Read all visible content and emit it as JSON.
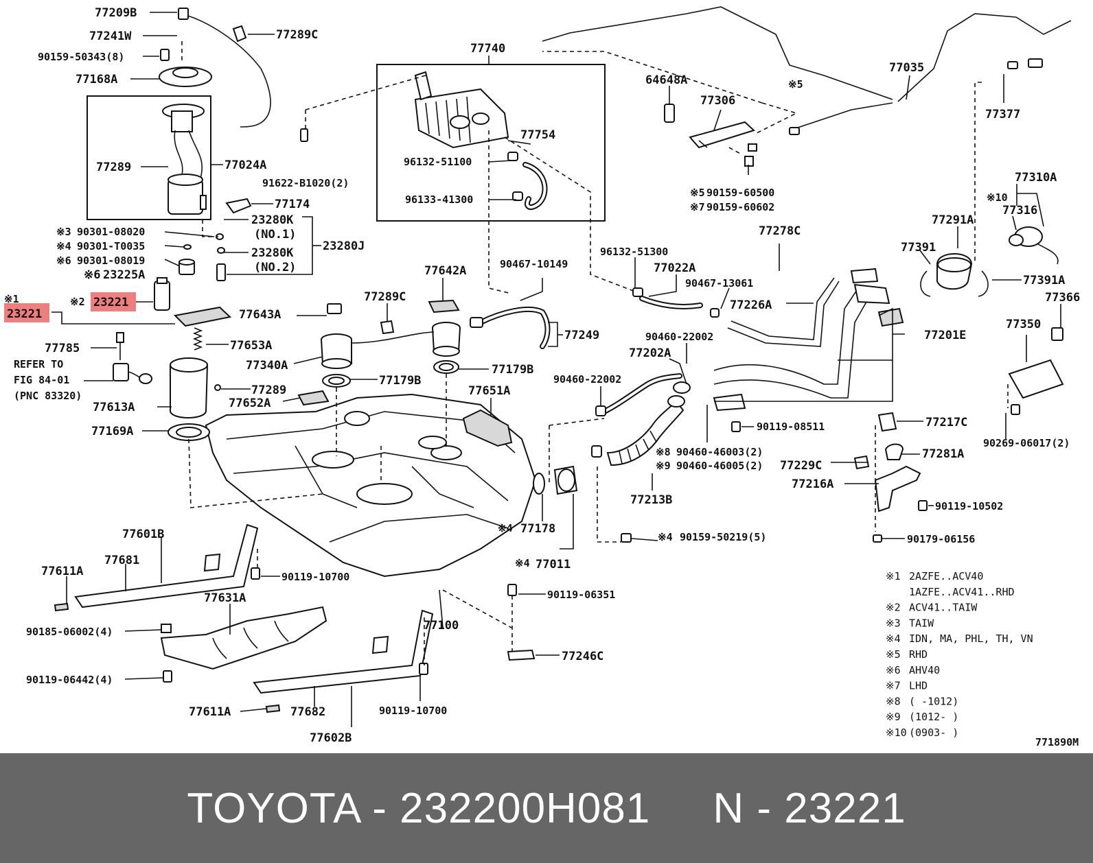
{
  "diagram": {
    "highlight_color": "#ee7f7f",
    "drawing_code": "771890M",
    "labels": {
      "p77209B": "77209B",
      "p77241W": "77241W",
      "p77289C_top": "77289C",
      "p90159_50343": "90159-50343(8)",
      "p77168A": "77168A",
      "p77289_a": "77289",
      "p77024A": "77024A",
      "p77174": "77174",
      "m3": "※3",
      "p90301_08020": "90301-08020",
      "m4a": "※4",
      "p90301_T0035": "90301-T0035",
      "m6a": "※6",
      "p90301_08019": "90301-08019",
      "p23280K_1": "23280K",
      "no1": "(NO.1)",
      "p23280K_2": "23280K",
      "no2": "(NO.2)",
      "p23280J": "23280J",
      "m6b": "※6",
      "p23225A": "23225A",
      "m1": "※1",
      "p23221_left": "23221",
      "m2": "※2",
      "p23221_mid": "23221",
      "p77785": "77785",
      "refer_to": "REFER TO",
      "fig_84_01": "FIG 84-01",
      "pnc": "(PNC 83320)",
      "p77653A": "77653A",
      "p77643A": "77643A",
      "p77613A": "77613A",
      "p77289_b": "77289",
      "p77652A": "77652A",
      "p77169A": "77169A",
      "p77340A": "77340A",
      "p77179B_l": "77179B",
      "p77179B_r": "77179B",
      "p77289C_mid": "77289C",
      "p77642A": "77642A",
      "p77249": "77249",
      "p77651A": "77651A",
      "p90467_10149": "90467-10149",
      "p77740": "77740",
      "p96132_51100": "96132-51100",
      "p96133_41300": "96133-41300",
      "p77754": "77754",
      "p91622": "91622-B1020(2)",
      "p64648A": "64648A",
      "p77306": "77306",
      "m5a": "※5",
      "p90159_60500": "90159-60500",
      "m7": "※7",
      "p90159_60602": "90159-60602",
      "p77035": "77035",
      "m5b": "※5",
      "p77377": "77377",
      "p96132_51300": "96132-51300",
      "p77022A": "77022A",
      "p90467_13061": "90467-13061",
      "p77278C": "77278C",
      "p77226A": "77226A",
      "p90460_22002_a": "90460-22002",
      "p77202A": "77202A",
      "p90460_22002_b": "90460-22002",
      "p77201E": "77201E",
      "p77391": "77391",
      "p77291A": "77291A",
      "m10a": "※10",
      "p77310A": "77310A",
      "p77316": "77316",
      "p77391A": "77391A",
      "p77366": "77366",
      "p77350": "77350",
      "p90119_08511": "90119-08511",
      "p77217C": "77217C",
      "p90269": "90269-06017(2)",
      "m8": "※8",
      "p90460_46003": "90460-46003(2)",
      "m9": "※9",
      "p90460_46005": "90460-46005(2)",
      "p77229C": "77229C",
      "p77281A": "77281A",
      "p77216A": "77216A",
      "p77213B": "77213B",
      "p90119_10502": "90119-10502",
      "m4b": "※4",
      "p77178": "77178",
      "m4c": "※4",
      "p90159_50219": "90159-50219(5)",
      "p90179_06156": "90179-06156",
      "m4d": "※4",
      "p77011": "77011",
      "p77601B": "77601B",
      "p77681": "77681",
      "p77611A_a": "77611A",
      "p90119_10700_a": "90119-10700",
      "p77631A": "77631A",
      "p90119_06351": "90119-06351",
      "p90185": "90185-06002(4)",
      "p77100": "77100",
      "p77246C": "77246C",
      "p90119_06442": "90119-06442(4)",
      "p77611A_b": "77611A",
      "p77682": "77682",
      "p90119_10700_b": "90119-10700",
      "p77602B": "77602B"
    },
    "notes": [
      {
        "mark": "※1",
        "text": "2AZFE..ACV40"
      },
      {
        "mark": "",
        "text": "1AZFE..ACV41..RHD"
      },
      {
        "mark": "※2",
        "text": "ACV41..TAIW"
      },
      {
        "mark": "※3",
        "text": "TAIW"
      },
      {
        "mark": "※4",
        "text": "IDN, MA, PHL, TH, VN"
      },
      {
        "mark": "※5",
        "text": "RHD"
      },
      {
        "mark": "※6",
        "text": "AHV40"
      },
      {
        "mark": "※7",
        "text": "LHD"
      },
      {
        "mark": "※8",
        "text": "(    -1012)"
      },
      {
        "mark": "※9",
        "text": "(1012-    )"
      },
      {
        "mark": "※10",
        "text": "(0903-    )"
      }
    ]
  },
  "footer": {
    "title": "TOYOTA - 232200H081     N - 23221",
    "background": "#666666"
  }
}
